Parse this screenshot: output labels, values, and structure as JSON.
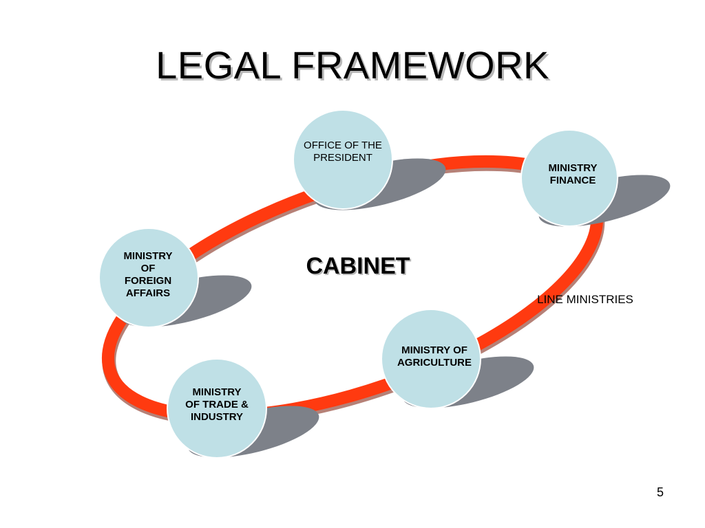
{
  "title": "LEGAL FRAMEWORK",
  "center_label": "CABINET",
  "side_label": "LINE MINISTRIES",
  "page_number": "5",
  "colors": {
    "ring": "#ff3a10",
    "ring_shadow": "#7a1a08",
    "circle_fill": "#bfe0e6",
    "circle_stroke": "#ffffff",
    "drop_shadow": "#7d8189"
  },
  "nodes": [
    {
      "id": "president",
      "label": "OFFICE OF THE\nPRESIDENT",
      "bold": false
    },
    {
      "id": "finance",
      "label": "MINISTRY\nFINANCE",
      "bold": true
    },
    {
      "id": "foreign",
      "label": "MINISTRY\nOF\nFOREIGN\nAFFAIRS",
      "bold": true
    },
    {
      "id": "agriculture",
      "label": "MINISTRY OF\nAGRICULTURE",
      "bold": true
    },
    {
      "id": "trade",
      "label": "MINISTRY\nOF TRADE &\nINDUSTRY",
      "bold": true
    }
  ]
}
